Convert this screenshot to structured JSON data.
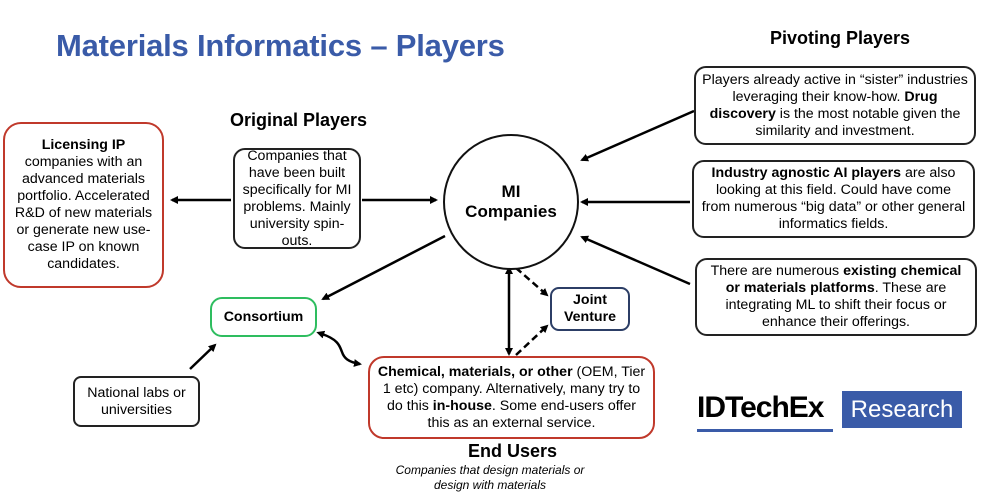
{
  "title": "Materials Informatics – Players",
  "headings": {
    "original_players": "Original Players",
    "pivoting_players": "Pivoting Players",
    "end_users": "End Users"
  },
  "end_users_caption": {
    "line1": "Companies that design materials or",
    "line2": "design with materials"
  },
  "center": {
    "line1": "MI",
    "line2": "Companies"
  },
  "licensing": {
    "bold": "Licensing IP",
    "text": "companies with an advanced materials portfolio. Accelerated R&D of new materials or generate new use-case IP on known candidates."
  },
  "original": {
    "text": "Companies that have been built specifically for MI problems. Mainly university spin-outs."
  },
  "pivot_1": {
    "pre": "Players already active in “sister” industries leveraging their know-how. ",
    "bold": "Drug discovery",
    "post": " is the most notable given the similarity and investment."
  },
  "pivot_2": {
    "bold": "Industry agnostic AI players",
    "post": " are also looking at this field. Could have come from numerous “big data” or other general informatics fields."
  },
  "pivot_3": {
    "pre": "There are numerous ",
    "bold": "existing chemical or materials platforms",
    "post": ". These are integrating ML to shift their focus or enhance their offerings."
  },
  "consortium": "Consortium",
  "national_labs": "National labs or universities",
  "joint_venture": {
    "line1": "Joint",
    "line2": "Venture"
  },
  "end_user_box": {
    "bold1": "Chemical, materials, or other",
    "mid": " (OEM, Tier 1 etc) company. Alternatively, many try to do this ",
    "bold2": "in-house",
    "post": ". Some end-users offer this as an external service."
  },
  "logo": {
    "brand": "IDTechEx",
    "tag": "Research",
    "brand_color": "#3a5ba8"
  },
  "colors": {
    "title": "#3a5ba8",
    "red_border": "#c0392b",
    "green_border": "#2ebd5f",
    "navy_border": "#2c3e66"
  }
}
